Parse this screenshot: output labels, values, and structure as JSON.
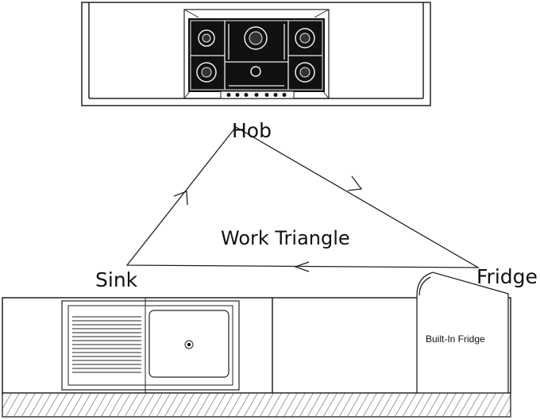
{
  "labels": {
    "hob": "Hob",
    "sink": "Sink",
    "fridge": "Fridge",
    "work_triangle": "Work Triangle",
    "built_in_fridge": "Built-In Fridge"
  },
  "colors": {
    "line": "#222222",
    "hob_dark": "#111111",
    "background": "#ffffff"
  },
  "icons": {
    "hob": "gas-hob-icon",
    "sink": "sink-with-drainer-icon",
    "fridge": "built-in-fridge-icon"
  }
}
